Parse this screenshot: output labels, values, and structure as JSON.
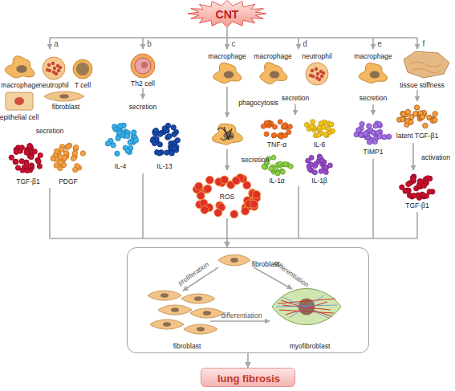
{
  "diagram": {
    "nodes": [
      {
        "text": [
          "CNT"
        ]
      },
      {
        "text": [
          "fibroblast",
          "proliferation",
          "differentiation",
          "fibroblast",
          "differentiation",
          "myofibroblast"
        ]
      },
      {
        "text": [
          "lung fibrosis"
        ]
      }
    ],
    "edges": [
      {
        "from": 0,
        "to": 1,
        "arrow": "to"
      },
      {
        "from": 1,
        "to": 2,
        "arrow": "to"
      }
    ],
    "labels": [
      "a",
      "b",
      "c",
      "d",
      "e",
      "f",
      "macrophage",
      "neutrophil",
      "T cell",
      "epithelial cell",
      "fibroblast",
      "secretion",
      "TGF-β1",
      "PDGF",
      "Th2 cell",
      "secretion",
      "IL-4",
      "IL-13",
      "macrophage",
      "phagocytosis",
      "secretion",
      "ROS",
      "macrophage",
      "neutrophil",
      "secretion",
      "TNF-α",
      "IL-6",
      "IL-1α",
      "IL-1β",
      "macrophage",
      "secretion",
      "TIMP1",
      "tissue stiffness",
      "latent TGF-β1",
      "activation",
      "TGF-β1"
    ]
  }
}
